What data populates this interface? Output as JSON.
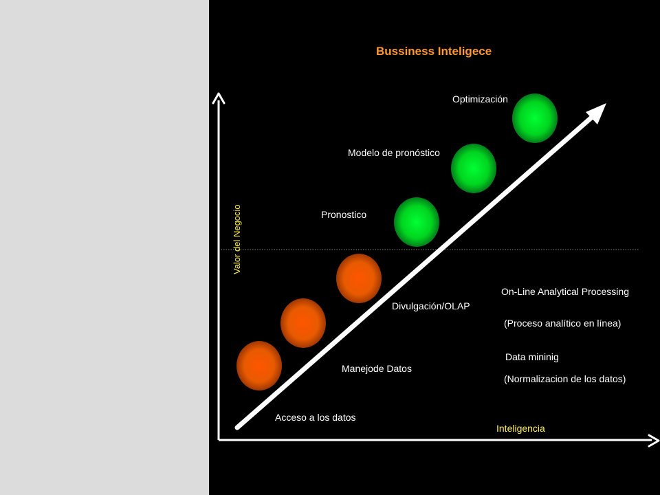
{
  "title": "Bussiness Inteligece",
  "axes": {
    "y_label": "Valor del Negocio",
    "x_label": "Inteligencia"
  },
  "stages": [
    {
      "label": "Acceso a los datos",
      "color": "#ff6600"
    },
    {
      "label": "Manejode Datos",
      "color": "#ff6600"
    },
    {
      "label": "Divulgación/OLAP",
      "color": "#ff6600"
    },
    {
      "label": "Pronostico",
      "color": "#00ee22"
    },
    {
      "label": "Modelo de pronóstico",
      "color": "#00ee22"
    },
    {
      "label": "Optimización",
      "color": "#00ee22"
    }
  ],
  "notes": {
    "olap": "On-Line Analytical Processing",
    "olap_es": "(Proceso analítico en línea)",
    "mining": "Data mininig",
    "mining_es": "(Normalizacion de los datos)"
  },
  "colors": {
    "left_panel": "#dcdcdc",
    "background": "#000000",
    "title": "#ff9933",
    "axis_label": "#ffee55",
    "text": "#ffffff",
    "axis": "#ffffff",
    "divider": "#888888"
  }
}
